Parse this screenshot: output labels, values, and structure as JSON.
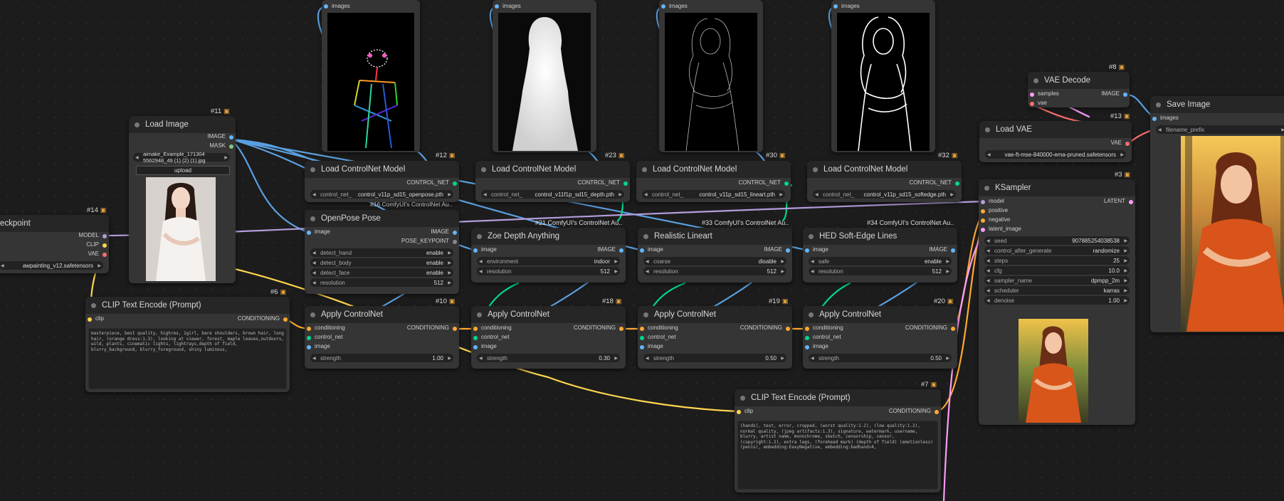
{
  "colors": {
    "image": "#64b5f6",
    "mask": "#81c784",
    "model": "#b39ddb",
    "clip": "#ffd54f",
    "vae": "#ff6e6e",
    "control_net": "#00d78d",
    "conditioning": "#ffa931",
    "latent": "#ff9cf9"
  },
  "top_previews": [
    {
      "label": "images"
    },
    {
      "label": "images"
    },
    {
      "label": "images"
    },
    {
      "label": "images"
    }
  ],
  "checkpoint": {
    "title": "eckpoint",
    "badge": "#14",
    "outputs": [
      "MODEL",
      "CLIP",
      "VAE"
    ],
    "ckpt": "awpainting_v12.safetensors"
  },
  "load_image": {
    "title": "Load Image",
    "badge": "#11",
    "outputs": [
      "IMAGE",
      "MASK"
    ],
    "file": "aimake_Example_171304​5562948_49 (1) (2) (1).jpg",
    "upload": "upload"
  },
  "clip_pos": {
    "title": "CLIP Text Encode (Prompt)",
    "badge": "#6",
    "input": "clip",
    "output": "CONDITIONING",
    "text": "masterpiece, best quality, highres, 1girl, bare shoulders, brown hair, long hair, (orange dress:1.3), looking at viewer, forest, maple leaves,outdoors, wild, plants, cinematic lights, lightrays,depth of field, blurry_background, blurry_foreground, shiny luminous,"
  },
  "clip_neg": {
    "title": "CLIP Text Encode (Prompt)",
    "badge": "#7",
    "input": "clip",
    "output": "CONDITIONING",
    "text": "(hands), text, error, cropped, (worst quality:1.2), (low quality:1.2), normal quality, (jpeg artifacts:1.3), signature, watermark, username, blurry, artist name, monochrome, sketch, censorship, censor, (copyright:1.2), extra legs, (forehead mark) (depth of field) (emotionless) (penis), embedding:EasyNegative, embedding:badhandv4,"
  },
  "cn_loaders": [
    {
      "title": "Load ControlNet Model",
      "badge": "#12",
      "output": "CONTROL_NET",
      "label": "control_net_",
      "value": "control_v11p_sd15_openpose.pth"
    },
    {
      "title": "Load ControlNet Model",
      "badge": "#23",
      "output": "CONTROL_NET",
      "label": "control_net_",
      "value": "control_v11f1p_sd15_depth.pth"
    },
    {
      "title": "Load ControlNet Model",
      "badge": "#30",
      "output": "CONTROL_NET",
      "label": "control_net_",
      "value": "control_v11p_sd15_lineart.pth"
    },
    {
      "title": "Load ControlNet Model",
      "badge": "#32",
      "output": "CONTROL_NET",
      "label": "control_net_",
      "value": "control_v11p_sd15_softedge.pth"
    }
  ],
  "preprocessors": [
    {
      "title": "OpenPose Pose",
      "badge": "#16 ComfyUI's ControlNet Au..",
      "input": "image",
      "outputs": [
        "IMAGE",
        "POSE_KEYPOINT"
      ],
      "widgets": [
        [
          "detect_hand",
          "enable"
        ],
        [
          "detect_body",
          "enable"
        ],
        [
          "detect_face",
          "enable"
        ],
        [
          "resolution",
          "512"
        ]
      ]
    },
    {
      "title": "Zoe Depth Anything",
      "badge": "#21 ComfyUI's ControlNet Au..",
      "input": "image",
      "outputs": [
        "IMAGE"
      ],
      "widgets": [
        [
          "environment",
          "indoor"
        ],
        [
          "resolution",
          "512"
        ]
      ]
    },
    {
      "title": "Realistic Lineart",
      "badge": "#33 ComfyUI's ControlNet Au..",
      "input": "image",
      "outputs": [
        "IMAGE"
      ],
      "widgets": [
        [
          "coarse",
          "disable"
        ],
        [
          "resolution",
          "512"
        ]
      ]
    },
    {
      "title": "HED Soft-Edge Lines",
      "badge": "#34 ComfyUI's ControlNet Au..",
      "input": "image",
      "outputs": [
        "IMAGE"
      ],
      "widgets": [
        [
          "safe",
          "enable"
        ],
        [
          "resolution",
          "512"
        ]
      ]
    }
  ],
  "apply_cn": [
    {
      "title": "Apply ControlNet",
      "badge": "#10",
      "inputs": [
        "conditioning",
        "control_net",
        "image"
      ],
      "output": "CONDITIONING",
      "strength_label": "strength",
      "strength": "1.00"
    },
    {
      "title": "Apply ControlNet",
      "badge": "#18",
      "inputs": [
        "conditioning",
        "control_net",
        "image"
      ],
      "output": "CONDITIONING",
      "strength_label": "strength",
      "strength": "0.30"
    },
    {
      "title": "Apply ControlNet",
      "badge": "#19",
      "inputs": [
        "conditioning",
        "control_net",
        "image"
      ],
      "output": "CONDITIONING",
      "strength_label": "strength",
      "strength": "0.50"
    },
    {
      "title": "Apply ControlNet",
      "badge": "#20",
      "inputs": [
        "conditioning",
        "control_net",
        "image"
      ],
      "output": "CONDITIONING",
      "strength_label": "strength",
      "strength": "0.50"
    }
  ],
  "vae_decode": {
    "title": "VAE Decode",
    "badge": "#8",
    "inputs": [
      "samples",
      "vae"
    ],
    "output": "IMAGE"
  },
  "load_vae": {
    "title": "Load VAE",
    "badge": "#13",
    "output": "VAE",
    "value": "vae-ft-mse-840000-ema-pruned.safetensors"
  },
  "ksampler": {
    "title": "KSampler",
    "badge": "#3",
    "inputs": [
      "model",
      "positive",
      "negative",
      "latent_image"
    ],
    "output": "LATENT",
    "widgets": [
      [
        "seed",
        "907885254038538"
      ],
      [
        "control_after_generate",
        "randomize"
      ],
      [
        "steps",
        "25"
      ],
      [
        "cfg",
        "10.0"
      ],
      [
        "sampler_name",
        "dpmpp_2m"
      ],
      [
        "scheduler",
        "karras"
      ],
      [
        "denoise",
        "1.00"
      ]
    ]
  },
  "save_image": {
    "title": "Save Image",
    "input": "images",
    "prefix": "filename_prefix"
  }
}
